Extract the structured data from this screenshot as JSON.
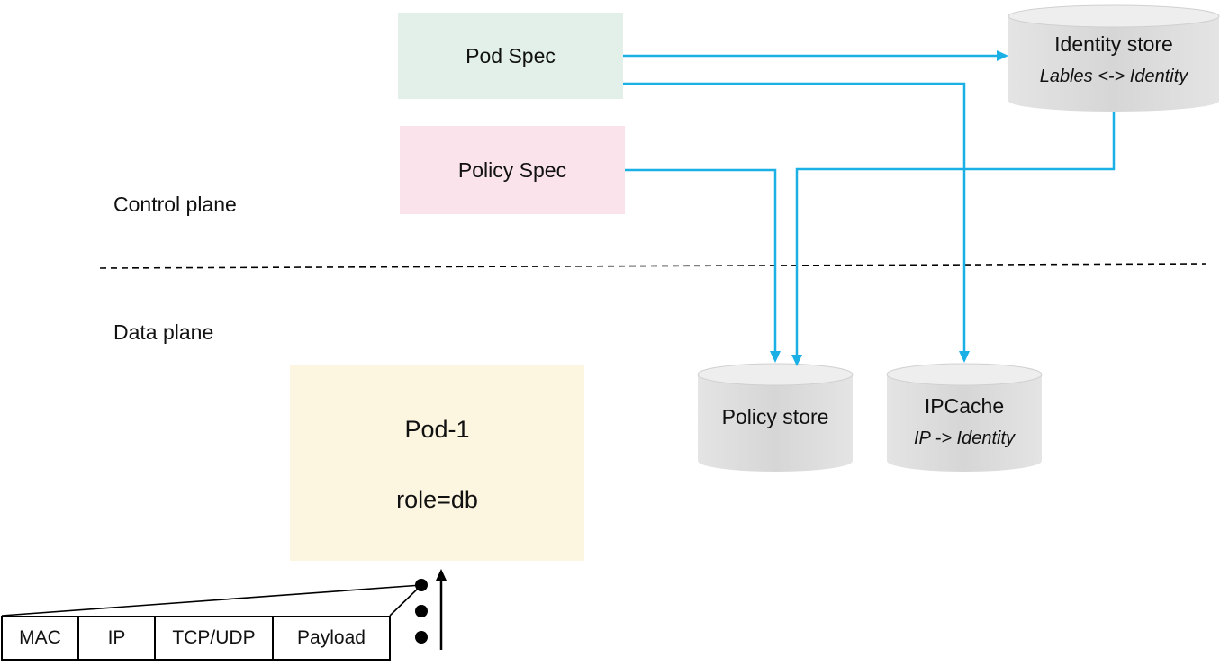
{
  "control_plane": {
    "label": "Control plane",
    "pod_spec": "Pod Spec",
    "policy_spec": "Policy Spec",
    "identity_store": {
      "title": "Identity store",
      "subtitle": "Lables <-> Identity"
    }
  },
  "data_plane": {
    "label": "Data plane",
    "pod": {
      "name": "Pod-1",
      "label": "role=db"
    },
    "policy_store": {
      "title": "Policy store"
    },
    "ipcache": {
      "title": "IPCache",
      "subtitle": "IP -> Identity"
    }
  },
  "packet": {
    "fields": [
      "MAC",
      "IP",
      "TCP/UDP",
      "Payload"
    ]
  },
  "colors": {
    "pod_spec_bg": "#e2f0e9",
    "policy_spec_bg": "#fae3eb",
    "pod_bg": "#fcf5df",
    "cylinder": "#d9d9d9",
    "arrow": "#1ab0e6"
  }
}
